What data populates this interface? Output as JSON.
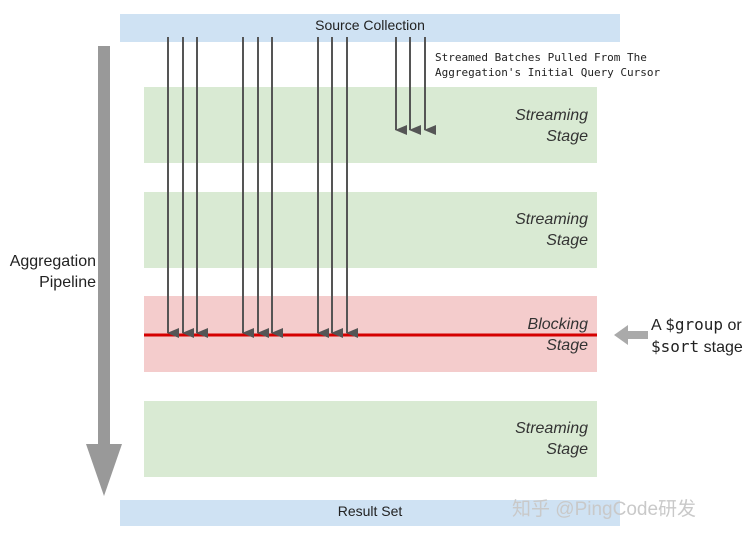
{
  "source": {
    "label": "Source Collection"
  },
  "result": {
    "label": "Result Set"
  },
  "note": {
    "line1": "Streamed Batches Pulled From The",
    "line2": "Aggregation's Initial Query Cursor"
  },
  "pipeline": {
    "line1": "Aggregation",
    "line2": "Pipeline"
  },
  "stages": [
    {
      "line1": "Streaming",
      "line2": "Stage",
      "kind": "streaming"
    },
    {
      "line1": "Streaming",
      "line2": "Stage",
      "kind": "streaming"
    },
    {
      "line1": "Blocking",
      "line2": "Stage",
      "kind": "blocking"
    },
    {
      "line1": "Streaming",
      "line2": "Stage",
      "kind": "streaming"
    }
  ],
  "callout": {
    "prefix": "A ",
    "op1": "$group",
    "mid": " or",
    "op2": "$sort",
    "suffix": " stage"
  },
  "watermark": {
    "text": "知乎 @PingCode研发"
  },
  "colors": {
    "source_fill": "#cfe2f3",
    "streaming_fill": "#d9ead3",
    "blocking_fill": "#f4cccc",
    "block_line": "#d50000",
    "arrow": "#555555",
    "pipeline_arrow": "#999999",
    "callout_arrow": "#aaaaaa"
  }
}
